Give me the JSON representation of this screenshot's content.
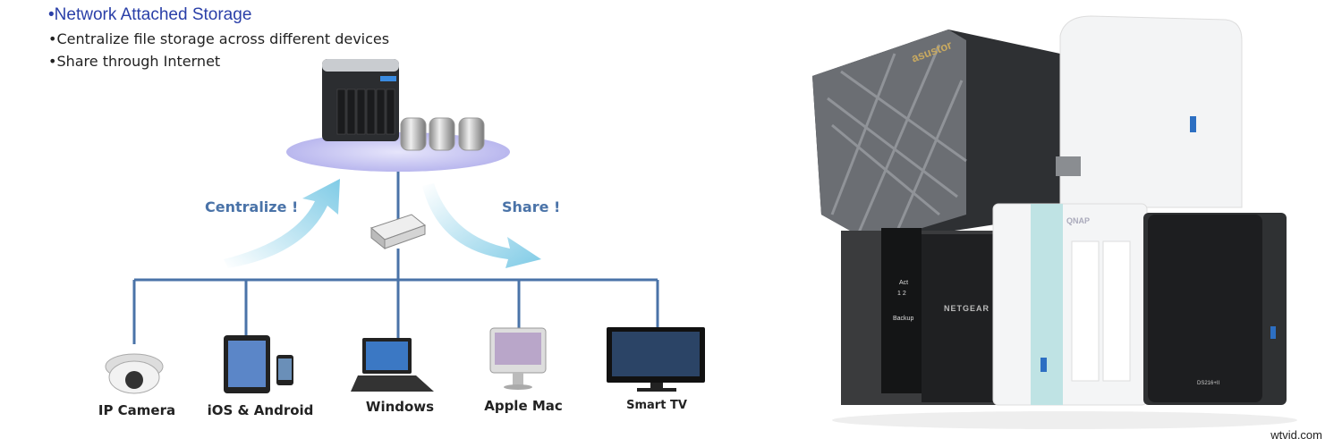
{
  "diagram": {
    "heading": "•Network Attached Storage",
    "bullets": [
      "•Centralize file storage across different devices",
      "•Share through Internet"
    ],
    "arrows": {
      "centralize": "Centralize !",
      "share": "Share !"
    },
    "devices": [
      {
        "label": "IP Camera",
        "icon": "ip-camera-icon"
      },
      {
        "label": "iOS & Android",
        "icon": "tablet-phone-icon"
      },
      {
        "label": "Windows",
        "icon": "laptop-icon"
      },
      {
        "label": "Apple Mac",
        "icon": "imac-icon"
      },
      {
        "label": "Smart TV",
        "icon": "tv-icon"
      }
    ],
    "colors": {
      "heading": "#2a3fa8",
      "line": "#4a73a8",
      "arrow": "#8fd3ea",
      "platform": "#c9c8f2"
    }
  },
  "photo": {
    "brands": [
      "asustor",
      "NETGEAR",
      "QNAP",
      "DS216+II"
    ],
    "netgear_labels": [
      "Act",
      "1 2",
      "Backup"
    ]
  },
  "watermark": "wtvid.com"
}
